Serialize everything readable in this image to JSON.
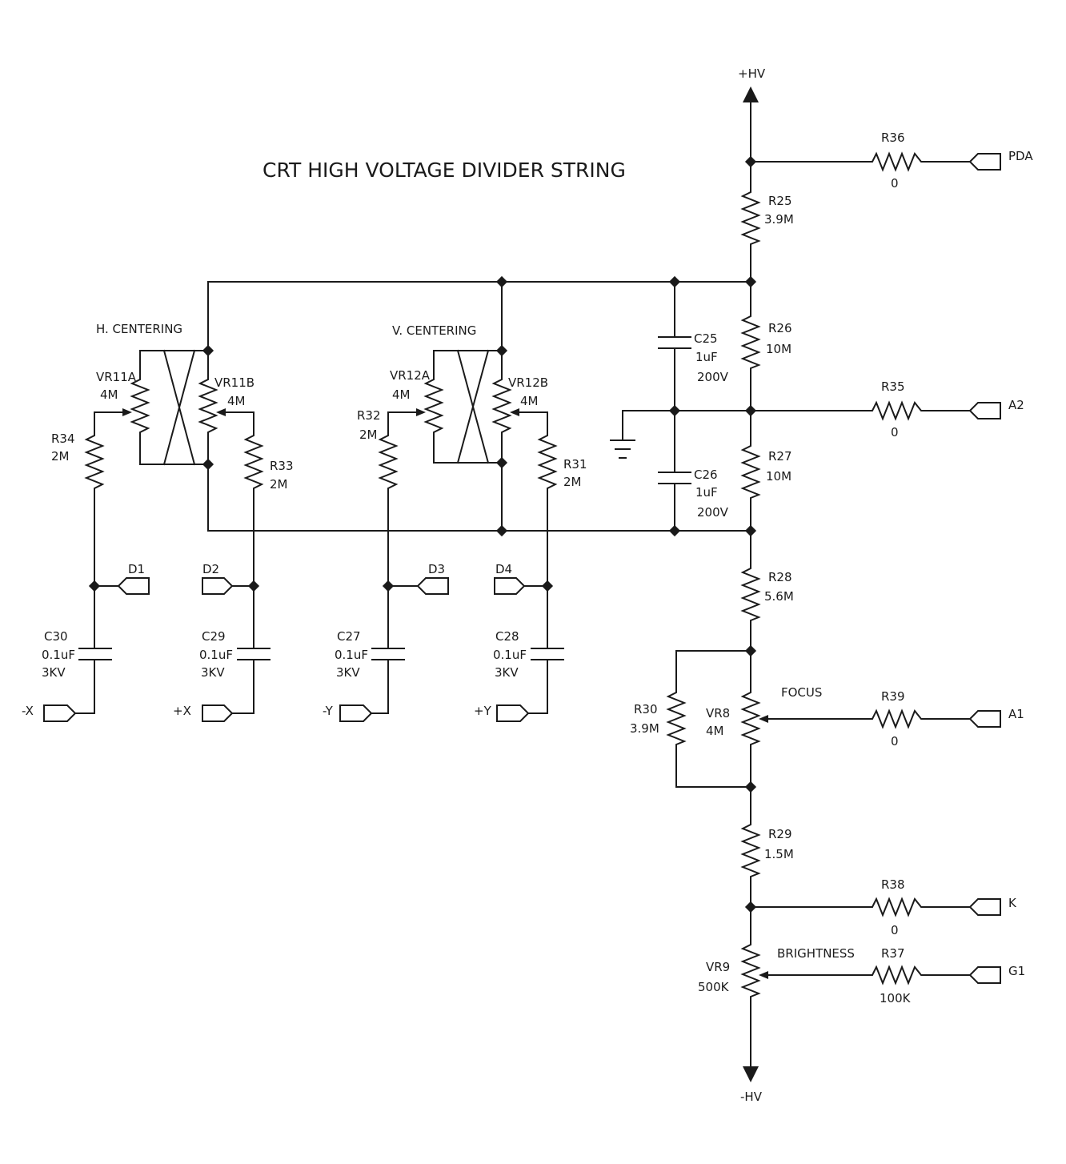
{
  "title": "CRT HIGH VOLTAGE DIVIDER STRING",
  "rails": {
    "positive": "+HV",
    "negative": "-HV"
  },
  "sections": {
    "h_centering": "H. CENTERING",
    "v_centering": "V. CENTERING",
    "focus": "FOCUS",
    "brightness": "BRIGHTNESS"
  },
  "resistors": {
    "R25": {
      "ref": "R25",
      "value": "3.9M"
    },
    "R26": {
      "ref": "R26",
      "value": "10M"
    },
    "R27": {
      "ref": "R27",
      "value": "10M"
    },
    "R28": {
      "ref": "R28",
      "value": "5.6M"
    },
    "R29": {
      "ref": "R29",
      "value": "1.5M"
    },
    "R30": {
      "ref": "R30",
      "value": "3.9M"
    },
    "R31": {
      "ref": "R31",
      "value": "2M"
    },
    "R32": {
      "ref": "R32",
      "value": "2M"
    },
    "R33": {
      "ref": "R33",
      "value": "2M"
    },
    "R34": {
      "ref": "R34",
      "value": "2M"
    },
    "R35": {
      "ref": "R35",
      "value": "0"
    },
    "R36": {
      "ref": "R36",
      "value": "0"
    },
    "R37": {
      "ref": "R37",
      "value": "100K"
    },
    "R38": {
      "ref": "R38",
      "value": "0"
    },
    "R39": {
      "ref": "R39",
      "value": "0"
    }
  },
  "pots": {
    "VR8": {
      "ref": "VR8",
      "value": "4M"
    },
    "VR9": {
      "ref": "VR9",
      "value": "500K"
    },
    "VR11A": {
      "ref": "VR11A",
      "value": "4M"
    },
    "VR11B": {
      "ref": "VR11B",
      "value": "4M"
    },
    "VR12A": {
      "ref": "VR12A",
      "value": "4M"
    },
    "VR12B": {
      "ref": "VR12B",
      "value": "4M"
    }
  },
  "capacitors": {
    "C25": {
      "ref": "C25",
      "value": "1uF",
      "rating": "200V"
    },
    "C26": {
      "ref": "C26",
      "value": "1uF",
      "rating": "200V"
    },
    "C27": {
      "ref": "C27",
      "value": "0.1uF",
      "rating": "3KV"
    },
    "C28": {
      "ref": "C28",
      "value": "0.1uF",
      "rating": "3KV"
    },
    "C29": {
      "ref": "C29",
      "value": "0.1uF",
      "rating": "3KV"
    },
    "C30": {
      "ref": "C30",
      "value": "0.1uF",
      "rating": "3KV"
    }
  },
  "ports": {
    "PDA": "PDA",
    "A2": "A2",
    "A1": "A1",
    "K": "K",
    "G1": "G1",
    "D1": "D1",
    "D2": "D2",
    "D3": "D3",
    "D4": "D4",
    "negX": "-X",
    "posX": "+X",
    "negY": "-Y",
    "posY": "+Y"
  }
}
